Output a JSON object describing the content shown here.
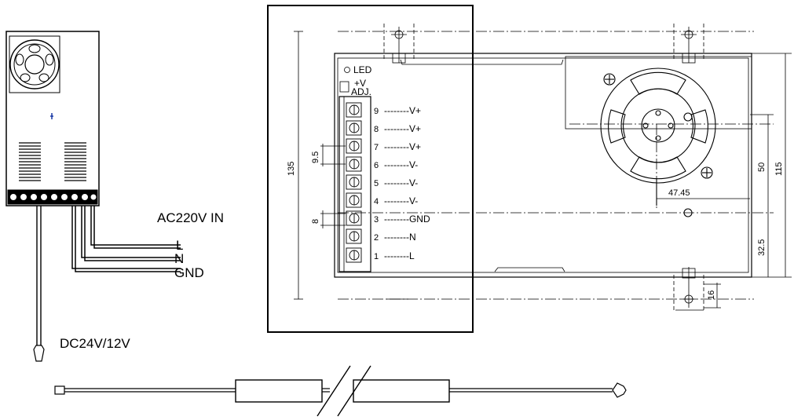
{
  "power_supply": {
    "input_title": "AC220V IN",
    "input_lines": [
      "L",
      "N",
      "GND"
    ],
    "output_label": "DC24V/12V"
  },
  "terminal_block": {
    "led_label": "LED",
    "adj_top": "+V",
    "adj_bottom": "ADJ.",
    "terminals": [
      {
        "number": "9",
        "label": "--------V+"
      },
      {
        "number": "8",
        "label": "--------V+"
      },
      {
        "number": "7",
        "label": "--------V+"
      },
      {
        "number": "6",
        "label": "--------V-"
      },
      {
        "number": "5",
        "label": "--------V-"
      },
      {
        "number": "4",
        "label": "--------V-"
      },
      {
        "number": "3",
        "label": "--------GND"
      },
      {
        "number": "2",
        "label": "--------N"
      },
      {
        "number": "1",
        "label": "--------L"
      }
    ],
    "pitch_label": "9.5",
    "pitch_label_2": "8"
  },
  "dimensions": {
    "height_overall": "135",
    "height_body": "115",
    "mount_spacing": "50",
    "bottom_offset": "32.5",
    "hole_offset": "47.45",
    "tab_size": "16"
  },
  "colors": {
    "line": "#000000",
    "marker": "#1a3aa6"
  }
}
